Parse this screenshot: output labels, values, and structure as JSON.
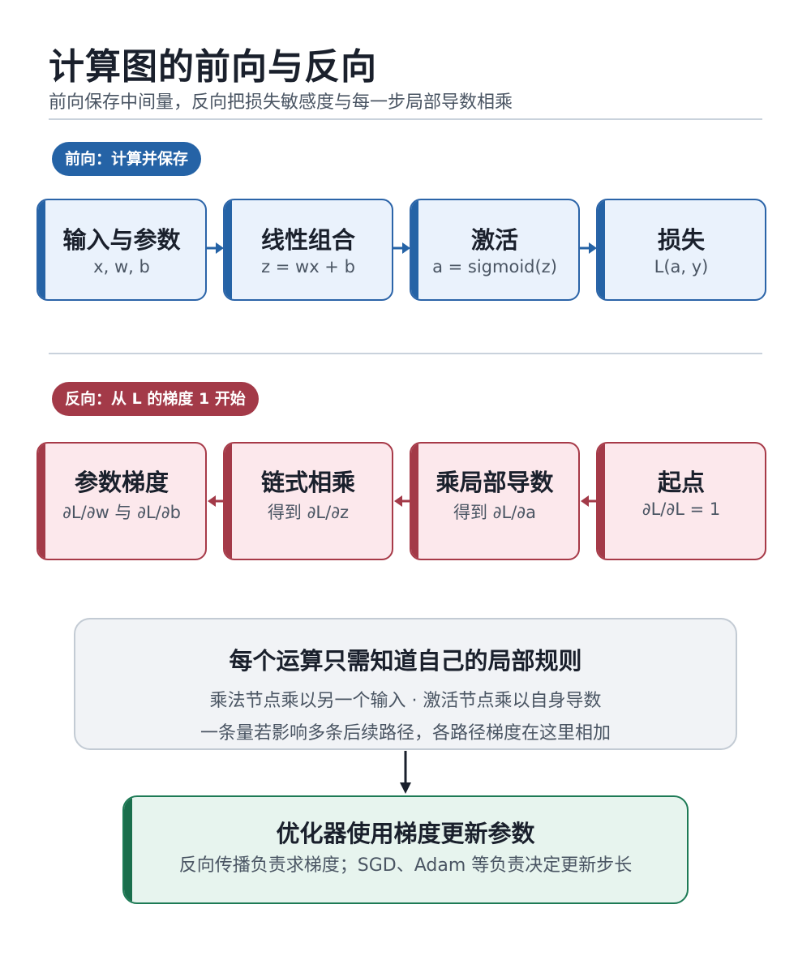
{
  "header": {
    "title": "计算图的前向与反向",
    "subtitle": "前向保存中间量，反向把损失敏感度与每一步局部导数相乘"
  },
  "forward": {
    "label": "前向：计算并保存",
    "nodes": [
      {
        "title": "输入与参数",
        "sub": "x, w, b"
      },
      {
        "title": "线性组合",
        "sub": "z = wx + b"
      },
      {
        "title": "激活",
        "sub": "a = sigmoid(z)"
      },
      {
        "title": "损失",
        "sub": "L(a, y)"
      }
    ]
  },
  "backward": {
    "label": "反向：从 L 的梯度 1 开始",
    "nodes": [
      {
        "title": "参数梯度",
        "sub": "∂L/∂w 与 ∂L/∂b"
      },
      {
        "title": "链式相乘",
        "sub": "得到 ∂L/∂z"
      },
      {
        "title": "乘局部导数",
        "sub": "得到 ∂L/∂a"
      },
      {
        "title": "起点",
        "sub": "∂L/∂L = 1"
      }
    ]
  },
  "summary": {
    "title": "每个运算只需知道自己的局部规则",
    "line1": "乘法节点乘以另一个输入 · 激活节点乘以自身导数",
    "line2": "一条量若影响多条后续路径，各路径梯度在这里相加"
  },
  "optimizer": {
    "title": "优化器使用梯度更新参数",
    "sub": "反向传播负责求梯度；SGD、Adam 等负责决定更新步长"
  },
  "colors": {
    "forward": "#2563a6",
    "backward": "#a33a48",
    "optimizer": "#1a6e4c",
    "connector": "#1a202c"
  }
}
